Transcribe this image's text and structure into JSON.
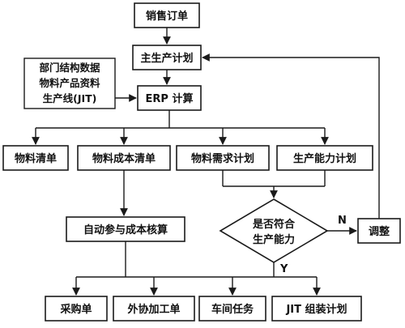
{
  "nodes": {
    "sales_order": "销售订单",
    "master_schedule": "主生产计划",
    "erp": "ERP 计算",
    "inputs_line1": "部门结构数据",
    "inputs_line2": "物料产品资料",
    "inputs_line3": "生产线(JIT)",
    "bom": "物料清单",
    "cost_bom": "物料成本清单",
    "mrp": "物料需求计划",
    "capacity_plan": "生产能力计划",
    "auto_cost": "自动参与成本核算",
    "decision_line1": "是否符合",
    "decision_line2": "生产能力",
    "adjust": "调整",
    "purchase": "采购单",
    "outsource": "外协加工单",
    "workshop": "车间任务",
    "jit_plan": "JIT 组装计划"
  },
  "edge_labels": {
    "no": "N",
    "yes": "Y"
  }
}
